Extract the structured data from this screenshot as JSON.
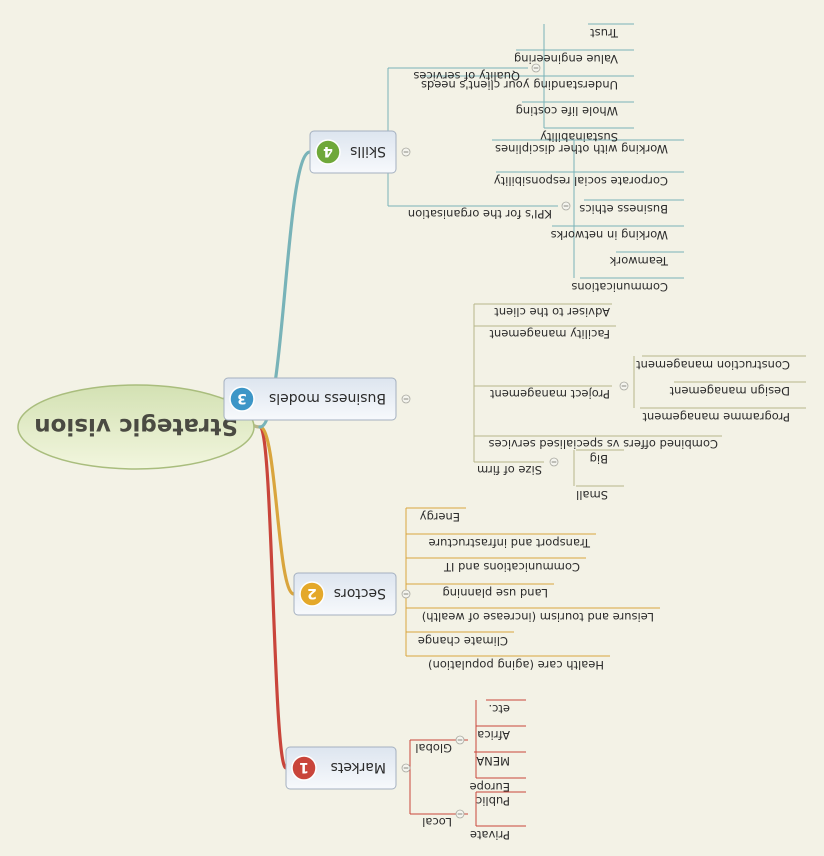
{
  "central": "Strategic vision",
  "colors": {
    "markets": "#c9453b",
    "sectors": "#e4a82a",
    "business": "#3d96c7",
    "skills": "#6fa83a"
  },
  "topics": [
    {
      "key": "markets",
      "number": "1",
      "label": "Markets",
      "children": [
        {
          "label": "Local",
          "children": [
            {
              "label": "Private"
            },
            {
              "label": "Public"
            }
          ]
        },
        {
          "label": "Global",
          "children": [
            {
              "label": "Europe"
            },
            {
              "label": "MENA"
            },
            {
              "label": "Africa"
            },
            {
              "label": "etc."
            }
          ]
        }
      ]
    },
    {
      "key": "sectors",
      "number": "2",
      "label": "Sectors",
      "children": [
        {
          "label": "Health care (aging population)"
        },
        {
          "label": "Climate change"
        },
        {
          "label": "Leisure and tourism (increase of wealth)"
        },
        {
          "label": "Land use planning"
        },
        {
          "label": "Communications and IT"
        },
        {
          "label": "Transport and infrastructure"
        },
        {
          "label": "Energy"
        }
      ]
    },
    {
      "key": "business",
      "number": "3",
      "label": "Business models",
      "children": [
        {
          "label": "Size of firm",
          "children": [
            {
              "label": "Small"
            },
            {
              "label": "Big"
            }
          ]
        },
        {
          "label": "Combined offers vs specialised services"
        },
        {
          "label": "Project management",
          "children": [
            {
              "label": "Programme management"
            },
            {
              "label": "Design management"
            },
            {
              "label": "Construction management"
            }
          ]
        },
        {
          "label": "Facility management"
        },
        {
          "label": "Adviser to the client"
        }
      ]
    },
    {
      "key": "skills",
      "number": "4",
      "label": "Skills",
      "children": [
        {
          "label": "KPI's for the organisation",
          "children": [
            {
              "label": "Communications"
            },
            {
              "label": "Teamwork"
            },
            {
              "label": "Working in networks"
            },
            {
              "label": "Business ethics"
            },
            {
              "label": "Corporate social responsibility"
            },
            {
              "label": "Working with other disciplines"
            }
          ]
        },
        {
          "label": "Quality of services",
          "children": [
            {
              "label": "Sustainability"
            },
            {
              "label": "Whole life costing"
            },
            {
              "label": "Understanding your client's needs"
            },
            {
              "label": "Value engineering"
            },
            {
              "label": "Trust"
            }
          ]
        }
      ]
    }
  ]
}
